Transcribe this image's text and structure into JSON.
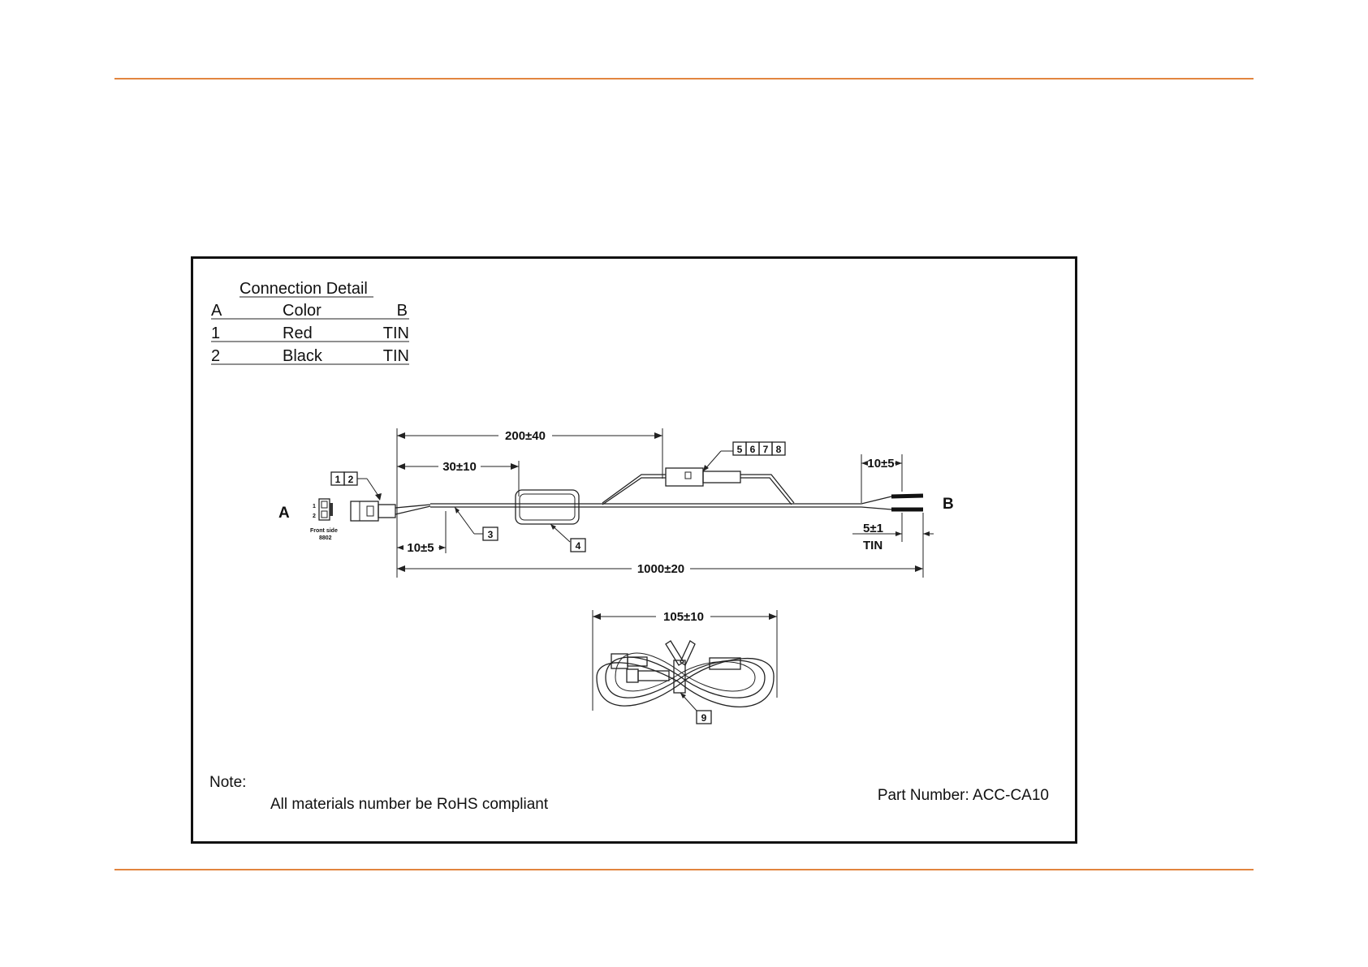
{
  "connection_detail": {
    "title": "Connection Detail",
    "headers": [
      "A",
      "Color",
      "B"
    ],
    "rows": [
      [
        "1",
        "Red",
        "TIN"
      ],
      [
        "2",
        "Black",
        "TIN"
      ]
    ]
  },
  "labels": {
    "end_a": "A",
    "end_b": "B",
    "front_side": "Front side",
    "front_side_sub": "8802",
    "pin1": "1",
    "pin2": "2",
    "tin": "TIN"
  },
  "dimensions": {
    "d200": "200±40",
    "d30": "30±10",
    "d10_right": "10±5",
    "d10_left": "10±5",
    "d5": "5±1",
    "d1000": "1000±20",
    "d105": "105±10"
  },
  "callouts": {
    "connector": [
      "1",
      "2"
    ],
    "wire": "3",
    "core": "4",
    "fuse": [
      "5",
      "6",
      "7",
      "8"
    ],
    "tie": "9"
  },
  "note": {
    "heading": "Note:",
    "text": "All materials number be RoHS compliant"
  },
  "part_number": "Part Number: ACC-CA10"
}
